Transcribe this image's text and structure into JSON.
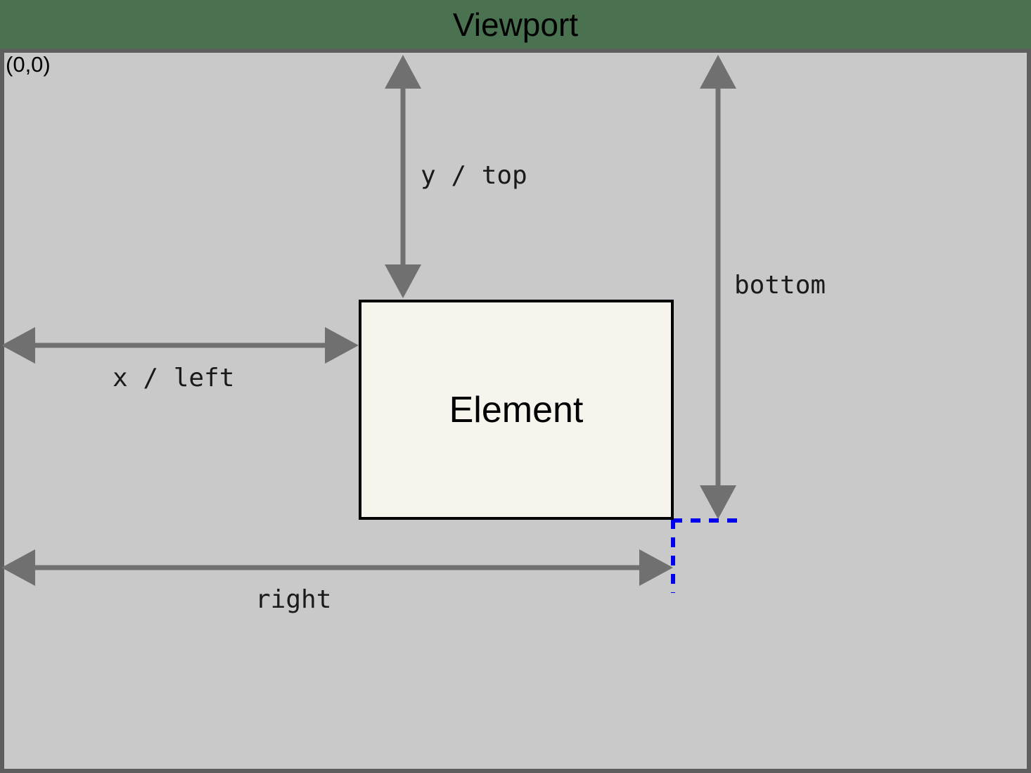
{
  "header": {
    "title": "Viewport",
    "background_color": "#4a7150",
    "text_color": "#000000"
  },
  "viewport": {
    "origin_label": "(0,0)",
    "background_color": "#c9c9c9",
    "border_color": "#5e5e5e"
  },
  "element": {
    "label": "Element",
    "fill_color": "#f7f4ee",
    "border_color": "#000000"
  },
  "measurements": [
    {
      "id": "y-top",
      "label": "y / top",
      "orientation": "vertical",
      "from": "viewport-top",
      "to": "element-top"
    },
    {
      "id": "x-left",
      "label": "x / left",
      "orientation": "horizontal",
      "from": "viewport-left",
      "to": "element-left"
    },
    {
      "id": "bottom",
      "label": "bottom",
      "orientation": "vertical",
      "from": "viewport-top",
      "to": "element-bottom"
    },
    {
      "id": "right",
      "label": "right",
      "orientation": "horizontal",
      "from": "viewport-left",
      "to": "element-right"
    }
  ],
  "guides": {
    "color": "#0000ee",
    "style": "dashed",
    "description": "projection lines from element bottom-right corner"
  },
  "arrow_color": "#707070"
}
